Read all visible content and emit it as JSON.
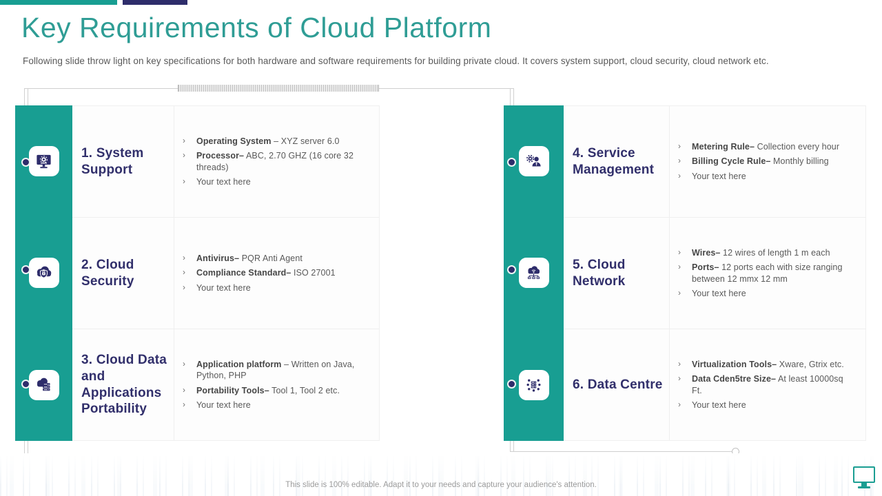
{
  "ui": {
    "bullet_char": "›"
  },
  "header": {
    "title": "Key Requirements of Cloud Platform",
    "subtitle": "Following slide throw light on key specifications for both hardware and software requirements for building private cloud. It covers system support, cloud security, cloud network etc."
  },
  "sections": [
    {
      "heading": "1. System Support",
      "icon": "computer-gear-icon",
      "bullets": [
        {
          "label": "Operating System",
          "rest": " – XYZ server 6.0"
        },
        {
          "label": "Processor–",
          "rest": " ABC, 2.70 GHZ (16 core 32 threads)"
        },
        {
          "label": "",
          "rest": "Your text here"
        }
      ]
    },
    {
      "heading": "2. Cloud Security",
      "icon": "cloud-lock-icon",
      "bullets": [
        {
          "label": "Antivirus–",
          "rest": " PQR Anti Agent"
        },
        {
          "label": "Compliance Standard–",
          "rest": " ISO 27001"
        },
        {
          "label": "",
          "rest": "Your text here"
        }
      ]
    },
    {
      "heading": "3. Cloud Data and Applications Portability",
      "icon": "cloud-server-icon",
      "bullets": [
        {
          "label": "Application platform",
          "rest": " – Written on Java, Python, PHP"
        },
        {
          "label": "Portability Tools–",
          "rest": " Tool 1, Tool 2 etc."
        },
        {
          "label": "",
          "rest": "Your text here"
        }
      ]
    },
    {
      "heading": "4. Service Management",
      "icon": "gear-person-icon",
      "bullets": [
        {
          "label": "Metering Rule–",
          "rest": " Collection every hour"
        },
        {
          "label": "Billing Cycle Rule–",
          "rest": " Monthly billing"
        },
        {
          "label": "",
          "rest": "Your text here"
        }
      ]
    },
    {
      "heading": "5. Cloud Network",
      "icon": "cloud-network-icon",
      "bullets": [
        {
          "label": "Wires–",
          "rest": " 12 wires of length 1 m each"
        },
        {
          "label": "Ports–",
          "rest": " 12 ports each with size ranging between 12 mmx 12 mm"
        },
        {
          "label": "",
          "rest": "Your text here"
        }
      ]
    },
    {
      "heading": "6. Data Centre",
      "icon": "data-centre-icon",
      "bullets": [
        {
          "label": "Virtualization Tools–",
          "rest": " Xware, Gtrix etc."
        },
        {
          "label": "Data Cden5tre Size–",
          "rest": " At least 10000sq Ft."
        },
        {
          "label": "",
          "rest": "Your text here"
        }
      ]
    }
  ],
  "footer": {
    "note": "This slide is 100% editable. Adapt it to your needs and capture your audience's attention."
  },
  "colors": {
    "teal": "#189E92",
    "navy": "#2E2D6B",
    "title_teal": "#2F9D95",
    "body_gray": "#595959",
    "line_gray": "#CFCFCF"
  }
}
